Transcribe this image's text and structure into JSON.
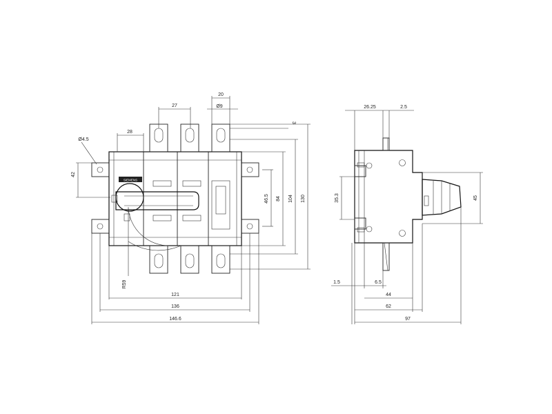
{
  "front_view": {
    "dims": {
      "pitch": "27",
      "terminal_width": "20",
      "hole_diameter": "Ø9",
      "terminal_offset": "3",
      "mount_hole": "Ø4.5",
      "mount_spacing_x": "28",
      "mount_height": "42",
      "inner_height": "46.5",
      "height_84": "84",
      "height_104": "104",
      "height_130": "130",
      "handle_radius": "R59",
      "width_121": "121",
      "width_136": "136",
      "width_146": "146.6"
    },
    "handle_label": "SIEMENS"
  },
  "side_view": {
    "dims": {
      "top_left": "26.25",
      "top_right": "2.5",
      "height_35": "35.3",
      "height_45": "45",
      "bottom_1_5": "1.5",
      "bottom_6_5": "6.5",
      "depth_44": "44",
      "depth_62": "62",
      "depth_97": "97"
    }
  }
}
